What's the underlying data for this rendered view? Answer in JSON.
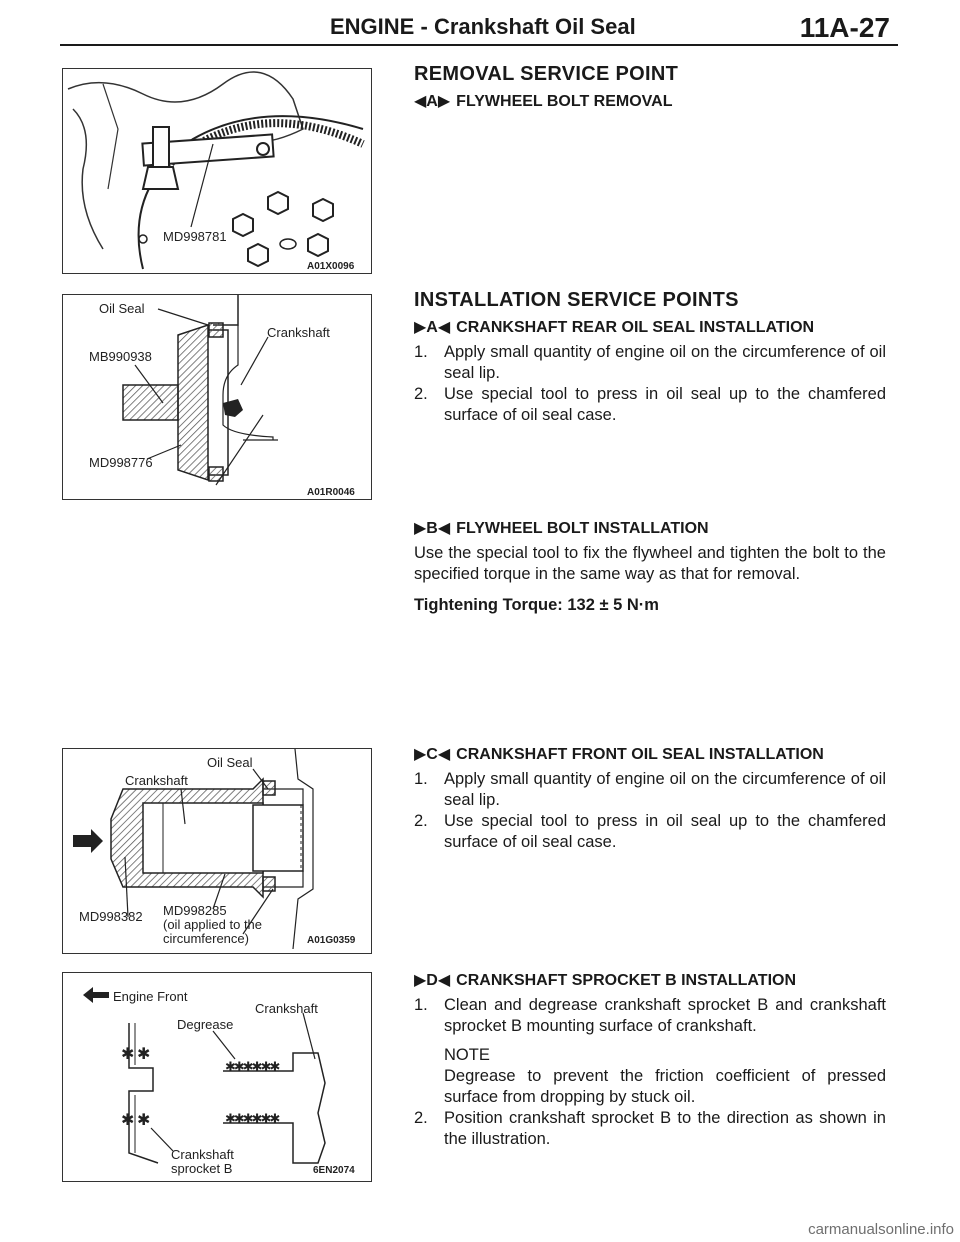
{
  "header": {
    "section": "ENGINE",
    "separator": "-",
    "subsection": "Crankshaft Oil Seal",
    "page_number": "11A-27"
  },
  "figures": [
    {
      "labels": [
        "MD998781"
      ],
      "code": "A01X0096"
    },
    {
      "labels": [
        "Oil Seal",
        "Crankshaft",
        "MB990938",
        "MD998776"
      ],
      "code": "A01R0046"
    },
    {
      "labels": [
        "Oil Seal",
        "Crankshaft",
        "MD998382",
        "MD998285",
        "(oil applied to the",
        "circumference)"
      ],
      "code": "A01G0359"
    },
    {
      "labels": [
        "Engine Front",
        "Crankshaft",
        "Degrease",
        "Crankshaft",
        "sprocket B"
      ],
      "code": "6EN2074"
    }
  ],
  "removal": {
    "heading": "REMOVAL SERVICE POINT",
    "subheading_marker": "◀A▶",
    "subheading": "FLYWHEEL BOLT REMOVAL"
  },
  "installation": {
    "heading": "INSTALLATION SERVICE POINTS",
    "rear_seal": {
      "marker": "▶A◀",
      "title": "CRANKSHAFT REAR OIL SEAL INSTALLATION",
      "steps": [
        {
          "num": "1.",
          "text": "Apply small quantity of engine oil on the circumference of oil seal lip."
        },
        {
          "num": "2.",
          "text": "Use special tool to press in oil seal up to the chamfered surface of oil seal case."
        }
      ]
    },
    "flywheel_bolt": {
      "marker": "▶B◀",
      "title": "FLYWHEEL BOLT INSTALLATION",
      "text": "Use the special tool to fix the flywheel and tighten the bolt to the specified torque in the same way as that for removal.",
      "torque": "Tightening Torque: 132 ± 5 N·m"
    },
    "front_seal": {
      "marker": "▶C◀",
      "title": "CRANKSHAFT FRONT OIL SEAL INSTALLATION",
      "steps": [
        {
          "num": "1.",
          "text": "Apply small quantity of engine oil on the circumference of oil seal lip."
        },
        {
          "num": "2.",
          "text": "Use special tool to press in oil seal up to the chamfered surface of oil seal case."
        }
      ]
    },
    "sprocket": {
      "marker": "▶D◀",
      "title": "CRANKSHAFT SPROCKET B INSTALLATION",
      "step1": {
        "num": "1.",
        "text": "Clean and degrease crankshaft sprocket B and crankshaft sprocket B mounting surface of crankshaft."
      },
      "note_label": "NOTE",
      "note_text": "Degrease to prevent the friction coefficient of pressed surface from dropping by stuck oil.",
      "step2": {
        "num": "2.",
        "text": "Position crankshaft sprocket B to the direction as shown in the illustration."
      }
    }
  },
  "watermark": "carmanualsonline.info"
}
